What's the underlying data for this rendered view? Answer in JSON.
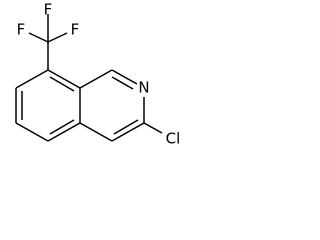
{
  "molecule": {
    "atoms": {
      "f_top": "F",
      "f_left": "F",
      "f_right": "F",
      "nitrogen": "N",
      "chlorine": "Cl"
    }
  }
}
